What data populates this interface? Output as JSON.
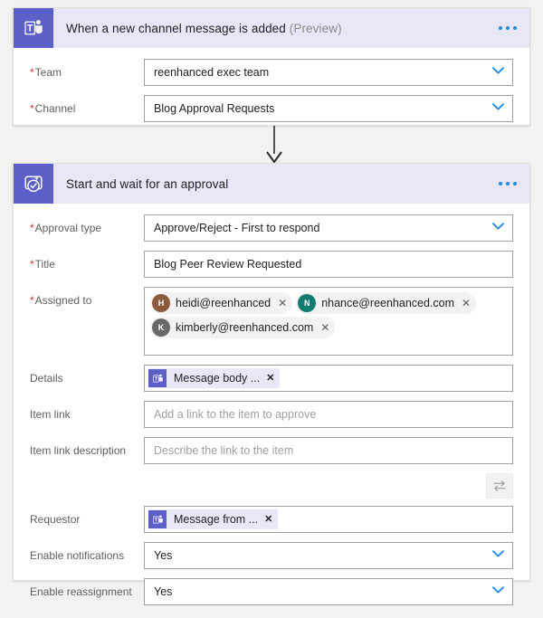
{
  "theme": {
    "page_bg": "#f3f2f1",
    "card_header_bg": "#e7e7f7",
    "brand_purple": "#5b5fc7",
    "accent_blue": "#1e8ae8",
    "required_red": "#d13438",
    "label_gray": "#605e5c",
    "border_gray": "#a19f9d"
  },
  "trigger_card": {
    "icon": "teams-icon",
    "title": "When a new channel message is added",
    "title_suffix": "(Preview)",
    "menu_icon": "ellipsis-icon",
    "fields": [
      {
        "label": "Team",
        "required": true,
        "type": "dropdown",
        "value": "reenhanced exec team",
        "name": "team"
      },
      {
        "label": "Channel",
        "required": true,
        "type": "dropdown",
        "value": "Blog Approval Requests",
        "name": "channel"
      }
    ]
  },
  "connector": {
    "icon": "arrow-down-icon"
  },
  "approval_card": {
    "icon": "approval-icon",
    "title": "Start and wait for an approval",
    "title_suffix": "",
    "menu_icon": "ellipsis-icon",
    "fields": {
      "approval_type": {
        "label": "Approval type",
        "required": true,
        "value": "Approve/Reject - First to respond"
      },
      "title": {
        "label": "Title",
        "required": true,
        "value": "Blog Peer Review Requested"
      },
      "assigned_to": {
        "label": "Assigned to",
        "required": true,
        "people": [
          {
            "initial": "H",
            "name": "heidi@reenhanced",
            "color": "#8c5a3c"
          },
          {
            "initial": "N",
            "name": "nhance@reenhanced.com",
            "color": "#107c72"
          },
          {
            "initial": "K",
            "name": "kimberly@reenhanced.com",
            "color": "#69696b"
          }
        ],
        "remove_icon": "close-icon"
      },
      "details": {
        "label": "Details",
        "required": false,
        "token": {
          "icon": "teams-icon",
          "text": "Message body ...",
          "remove_icon": "close-icon"
        }
      },
      "item_link": {
        "label": "Item link",
        "required": false,
        "value": "",
        "placeholder": "Add a link to the item to approve"
      },
      "item_link_description": {
        "label": "Item link description",
        "required": false,
        "value": "",
        "placeholder": "Describe the link to the item"
      },
      "swap": {
        "icon": "swap-arrows-icon",
        "tooltip": ""
      },
      "requestor": {
        "label": "Requestor",
        "required": false,
        "token": {
          "icon": "teams-icon",
          "text": "Message from ...",
          "remove_icon": "close-icon"
        }
      },
      "enable_notifications": {
        "label": "Enable notifications",
        "required": false,
        "value": "Yes"
      },
      "enable_reassignment": {
        "label": "Enable reassignment",
        "required": false,
        "value": "Yes"
      }
    }
  }
}
